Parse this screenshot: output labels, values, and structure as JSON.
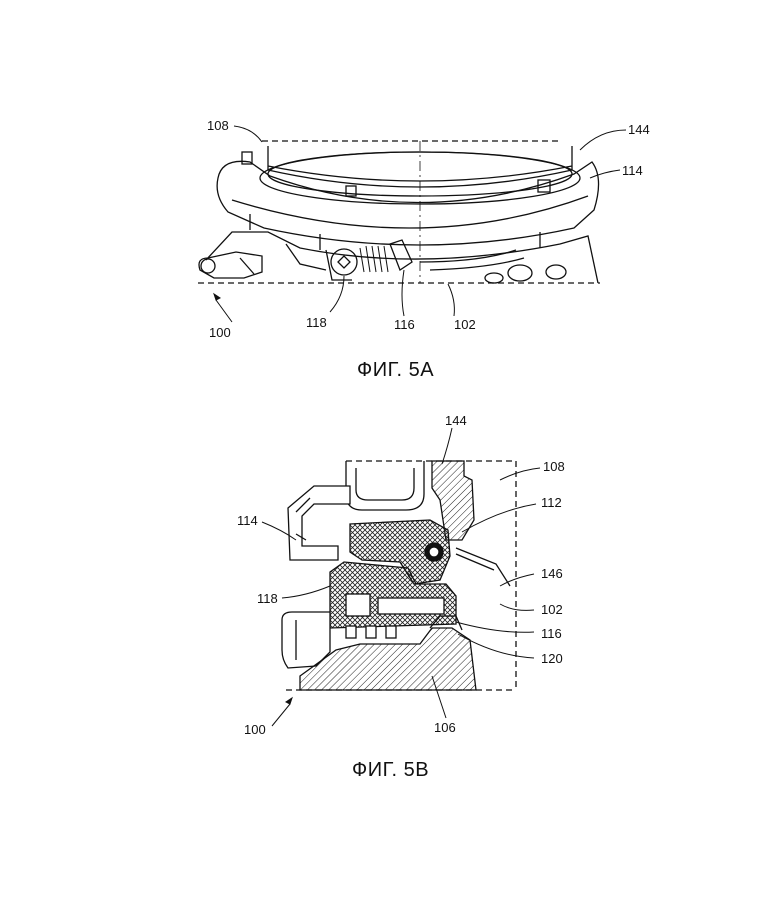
{
  "figure_a": {
    "caption": "ФИГ. 5A",
    "labels": {
      "l108": "108",
      "l144": "144",
      "l114": "114",
      "l100": "100",
      "l118": "118",
      "l116": "116",
      "l102": "102"
    }
  },
  "figure_b": {
    "caption": "ФИГ. 5B",
    "labels": {
      "l144": "144",
      "l108": "108",
      "l114": "114",
      "l112": "112",
      "l146": "146",
      "l118": "118",
      "l102": "102",
      "l116": "116",
      "l120": "120",
      "l100": "100",
      "l106": "106"
    }
  }
}
